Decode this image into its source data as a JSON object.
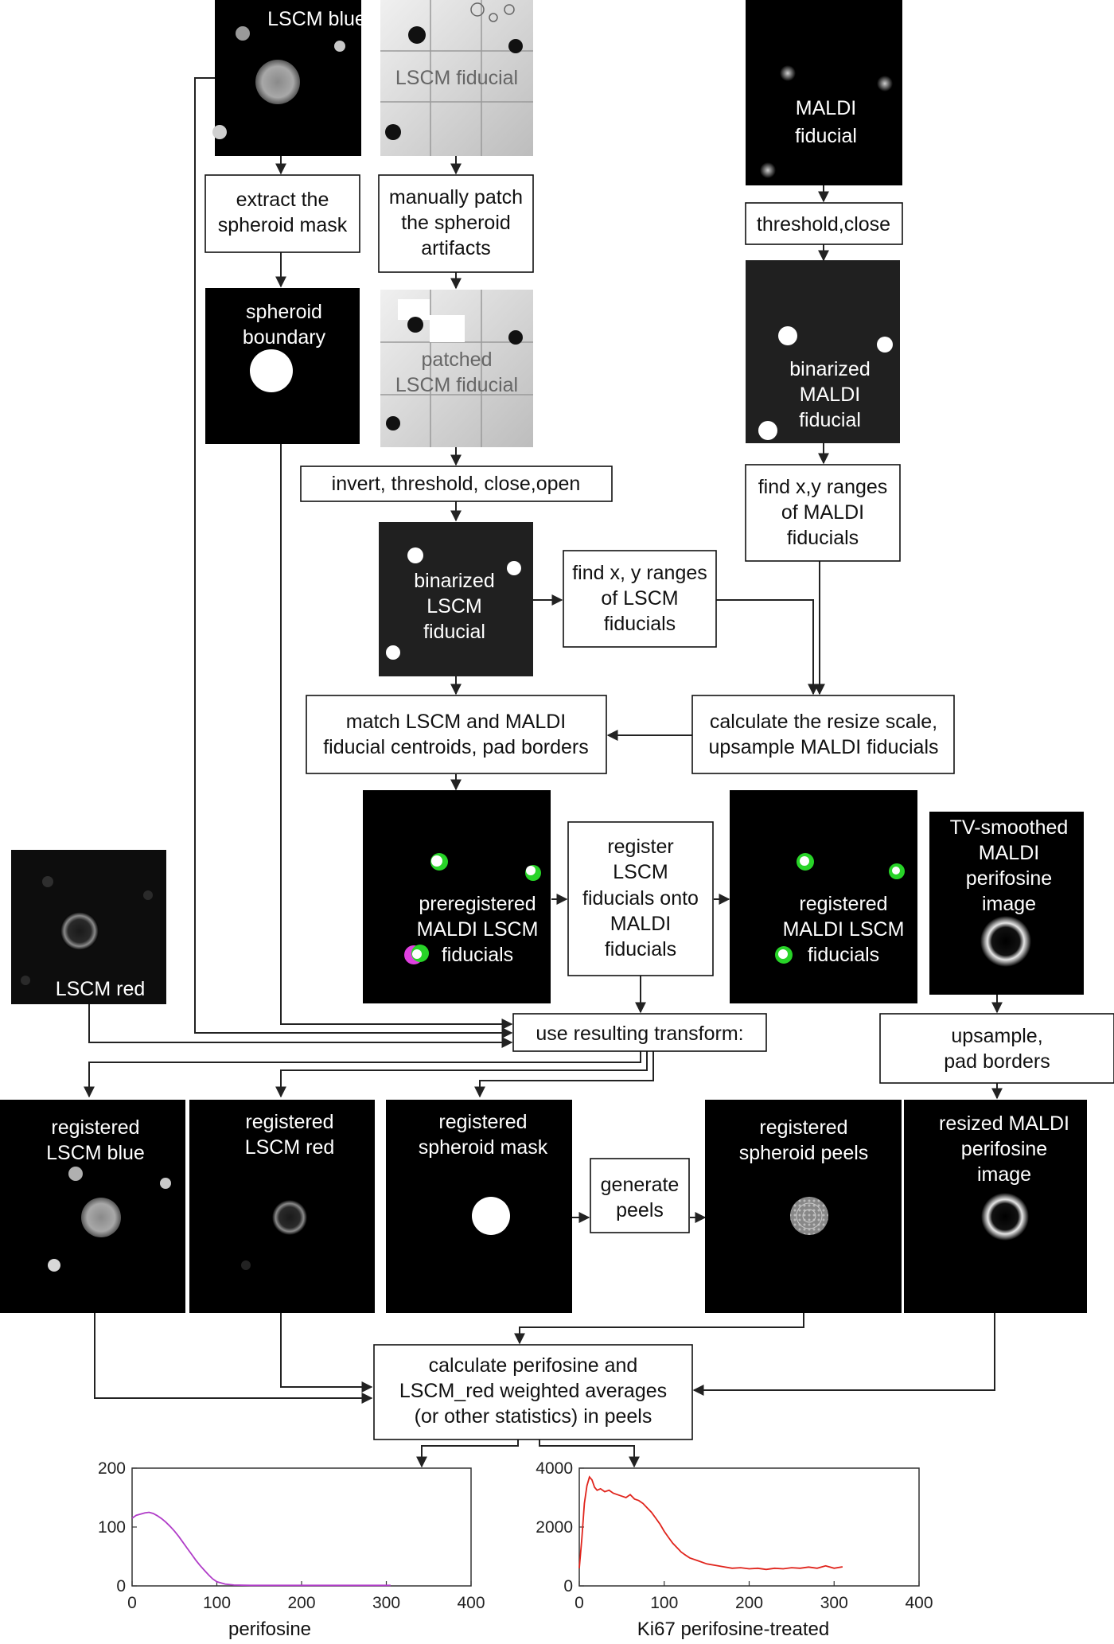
{
  "panels": {
    "lscm_blue": "LSCM blue",
    "lscm_fiducial": "LSCM fiducial",
    "maldi_fiducial": [
      "MALDI",
      "fiducial"
    ],
    "spheroid_boundary": [
      "spheroid",
      "boundary"
    ],
    "patched_lscm_fiducial": [
      "patched",
      "LSCM fiducial"
    ],
    "binarized_maldi_fiducial": [
      "binarized",
      "MALDI",
      "fiducial"
    ],
    "binarized_lscm_fiducial": [
      "binarized",
      "LSCM",
      "fiducial"
    ],
    "preregistered": [
      "preregistered",
      "MALDI LSCM",
      "fiducials"
    ],
    "registered_fiducials": [
      "registered",
      "MALDI LSCM",
      "fiducials"
    ],
    "tv_smoothed": [
      "TV-smoothed",
      "MALDI",
      "perifosine",
      "image"
    ],
    "lscm_red": "LSCM red",
    "registered_lscm_blue": [
      "registered",
      "LSCM blue"
    ],
    "registered_lscm_red": [
      "registered",
      "LSCM red"
    ],
    "registered_spheroid_mask": [
      "registered",
      "spheroid mask"
    ],
    "registered_spheroid_peels": [
      "registered",
      "spheroid peels"
    ],
    "resized_maldi": [
      "resized MALDI",
      "perifosine",
      "image"
    ]
  },
  "steps": {
    "extract_mask": [
      "extract the",
      "spheroid mask"
    ],
    "manually_patch": [
      "manually patch",
      "the spheroid",
      "artifacts"
    ],
    "threshold_close": "threshold,close",
    "invert_threshold": "invert, threshold, close,open",
    "find_ranges_maldi": [
      "find x,y ranges",
      "of MALDI",
      "fiducials"
    ],
    "find_ranges_lscm": [
      "find x, y ranges",
      "of LSCM",
      "fiducials"
    ],
    "match_centroids": [
      "match LSCM and MALDI",
      "fiducial centroids, pad borders"
    ],
    "calc_resize": [
      "calculate the resize scale,",
      "upsample MALDI fiducials"
    ],
    "register": [
      "register",
      "LSCM",
      "fiducials onto",
      "MALDI",
      "fiducials"
    ],
    "use_transform": "use resulting transform:",
    "upsample_pad": [
      "upsample,",
      "pad borders"
    ],
    "generate_peels": [
      "generate",
      "peels"
    ],
    "calculate": [
      "calculate perifosine and",
      "LSCM_red weighted averages",
      "(or other statistics) in peels"
    ]
  },
  "chart_data": [
    {
      "type": "line",
      "title": "",
      "xlabel": "perifosine",
      "ylabel": "",
      "xlim": [
        0,
        400
      ],
      "ylim": [
        0,
        200
      ],
      "xticks": [
        0,
        100,
        200,
        300,
        400
      ],
      "yticks": [
        0,
        100,
        200
      ],
      "series": [
        {
          "color": "#b03cc8",
          "x": [
            0,
            5,
            10,
            15,
            20,
            25,
            30,
            35,
            40,
            45,
            50,
            55,
            60,
            65,
            70,
            75,
            80,
            85,
            90,
            95,
            100,
            110,
            120,
            140,
            160,
            200,
            250,
            300,
            305
          ],
          "y": [
            115,
            120,
            122,
            124,
            125,
            123,
            119,
            114,
            108,
            101,
            93,
            84,
            74,
            64,
            54,
            44,
            35,
            27,
            19,
            12,
            7,
            3,
            1.5,
            1,
            1,
            1,
            1,
            1,
            1
          ]
        }
      ]
    },
    {
      "type": "line",
      "title": "",
      "xlabel": "Ki67  perifosine-treated",
      "ylabel": "",
      "xlim": [
        0,
        400
      ],
      "ylim": [
        0,
        4000
      ],
      "xticks": [
        0,
        100,
        200,
        300,
        400
      ],
      "yticks": [
        0,
        2000,
        4000
      ],
      "series": [
        {
          "color": "#e0241c",
          "x": [
            0,
            3,
            6,
            9,
            12,
            15,
            18,
            21,
            25,
            30,
            35,
            40,
            45,
            50,
            55,
            60,
            65,
            70,
            75,
            80,
            85,
            90,
            95,
            100,
            105,
            110,
            115,
            120,
            125,
            130,
            140,
            150,
            160,
            170,
            180,
            190,
            200,
            210,
            220,
            230,
            240,
            250,
            260,
            270,
            280,
            290,
            300,
            310
          ],
          "y": [
            600,
            1600,
            2800,
            3400,
            3700,
            3600,
            3350,
            3250,
            3300,
            3200,
            3250,
            3150,
            3100,
            3050,
            3000,
            3100,
            2950,
            2900,
            2800,
            2650,
            2500,
            2300,
            2100,
            1850,
            1650,
            1450,
            1300,
            1150,
            1050,
            950,
            850,
            750,
            700,
            650,
            600,
            620,
            580,
            600,
            560,
            600,
            580,
            620,
            600,
            640,
            600,
            680,
            600,
            650
          ]
        }
      ]
    }
  ]
}
